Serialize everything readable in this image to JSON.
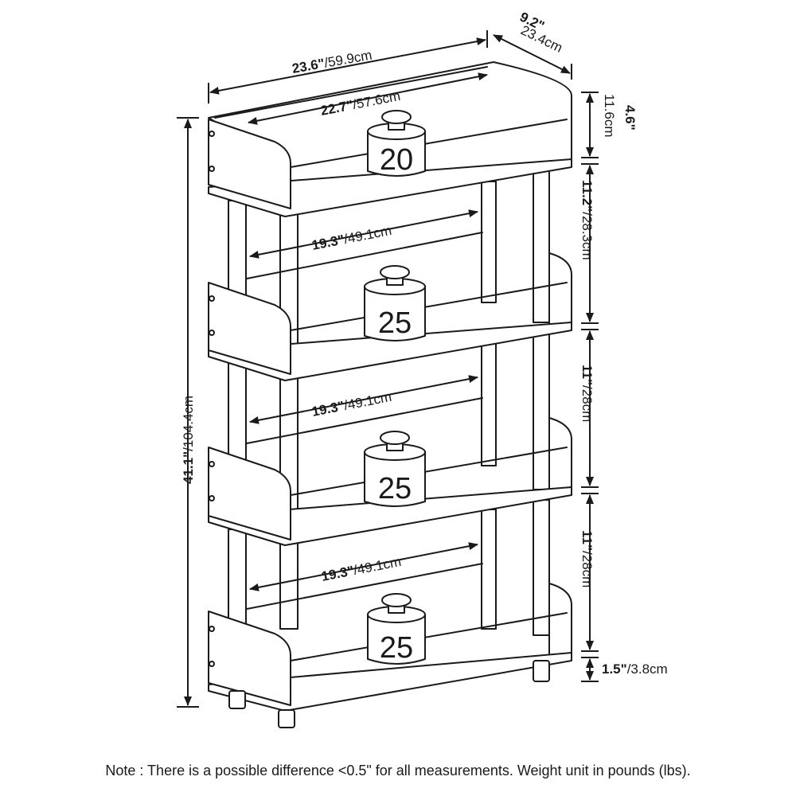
{
  "dimensions": {
    "width": {
      "in": "23.6\"",
      "cm": "/59.9cm"
    },
    "depth": {
      "in": "9.2\"",
      "cm": "23.4cm"
    },
    "inner_width_top": {
      "in": "22.7\"",
      "cm": "/57.6cm"
    },
    "top_rail_height": {
      "in": "4.6\"",
      "cm": "11.6cm"
    },
    "gap_1": {
      "in": "11.2\"",
      "cm": "/28.3cm"
    },
    "gap_2": {
      "in": "11\"",
      "cm": "/28cm"
    },
    "gap_3": {
      "in": "11\"",
      "cm": "/28cm"
    },
    "foot_height": {
      "in": "1.5\"",
      "cm": "/3.8cm"
    },
    "total_height": {
      "in": "41.1\"",
      "cm": "/104.4cm"
    },
    "shelf_width": [
      {
        "in": "19.3\"",
        "cm": "/49.1cm"
      },
      {
        "in": "19.3\"",
        "cm": "/49.1cm"
      },
      {
        "in": "19.3\"",
        "cm": "/49.1cm"
      }
    ]
  },
  "weights": [
    "20",
    "25",
    "25",
    "25"
  ],
  "note": "Note : There is a possible difference <0.5\" for all measurements. Weight unit in pounds (lbs)."
}
